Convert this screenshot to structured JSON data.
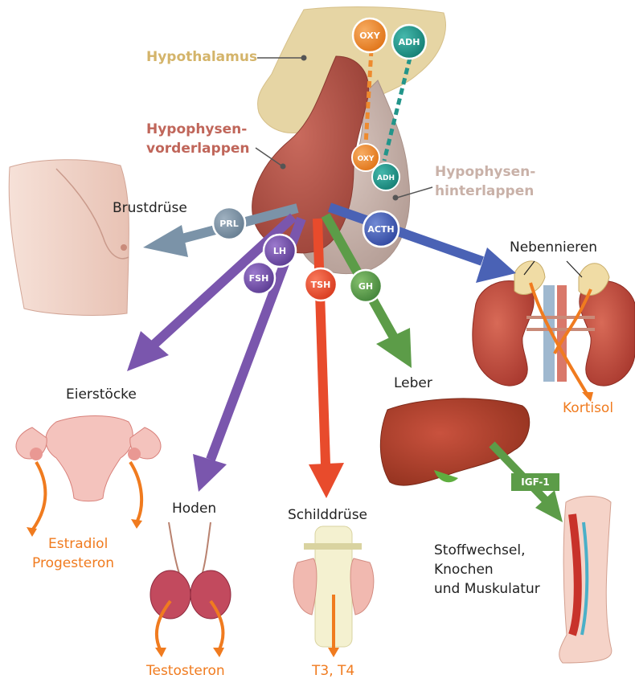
{
  "labels": {
    "hypothalamus": "Hypothalamus",
    "vorderlappen_1": "Hypophysen-",
    "vorderlappen_2": "vorderlappen",
    "hinterlappen_1": "Hypophysen-",
    "hinterlappen_2": "hinterlappen",
    "brustdruese": "Brustdrüse",
    "nebennieren": "Nebennieren",
    "eierstoecke": "Eierstöcke",
    "hoden": "Hoden",
    "schilddruese": "Schilddrüse",
    "leber": "Leber",
    "kortisol": "Kortisol",
    "estradiol": "Estradiol",
    "progesteron": "Progesteron",
    "testosteron": "Testosteron",
    "t3t4": "T3, T4",
    "stoff_1": "Stoffwechsel,",
    "stoff_2": "Knochen",
    "stoff_3": "und Muskulatur"
  },
  "hormones": {
    "oxy": "OXY",
    "adh": "ADH",
    "prl": "PRL",
    "lh": "LH",
    "fsh": "FSH",
    "tsh": "TSH",
    "gh": "GH",
    "acth": "ACTH",
    "igf1": "IGF-1"
  },
  "colors": {
    "hypothalamus": "#e6d5a4",
    "anterior_pituitary": "#b5574c",
    "posterior_pituitary": "#c8b3ab",
    "prl": "#7b93a8",
    "gonadotropin": "#7a56ad",
    "tsh": "#e84b2c",
    "gh": "#5c9c48",
    "acth": "#4a62b5",
    "output": "#f07b1f",
    "oxy": "#ee8a2e",
    "adh": "#22958a"
  }
}
